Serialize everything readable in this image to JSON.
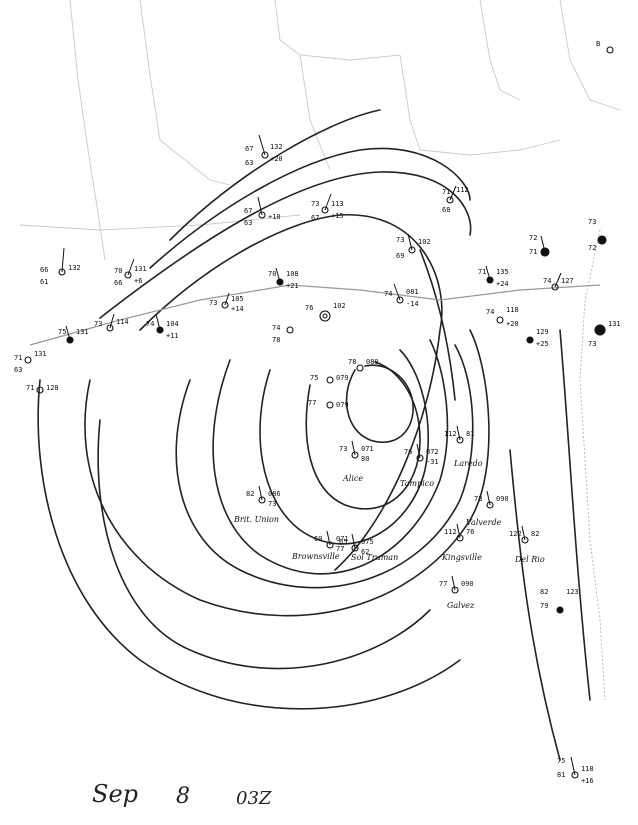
{
  "footer": {
    "month": "Sep",
    "day": "8",
    "time": "03Z"
  },
  "stations": [
    {
      "name": "Alice",
      "label": "Alice",
      "obs": [
        "73",
        "071",
        "80"
      ],
      "filled": false
    },
    {
      "name": "Tampico",
      "label": "Tampico",
      "obs": [
        "76",
        "072",
        "-31"
      ],
      "filled": false
    },
    {
      "name": "Brit. Union",
      "label": "Brit. Union",
      "obs": [
        "82",
        "086",
        "73"
      ],
      "filled": false
    },
    {
      "name": "Brownsville",
      "label": "Brownsville",
      "obs": [
        "60",
        "071",
        "77"
      ],
      "filled": false
    },
    {
      "name": "Sol Truman",
      "label": "Sol Truman",
      "obs": [
        "65",
        "075",
        "62"
      ],
      "filled": false
    },
    {
      "name": "Kingsville",
      "label": "Kingsville",
      "obs": [
        "112",
        "76"
      ],
      "filled": false
    },
    {
      "name": "Del Rio",
      "label": "Del Rio",
      "obs": [
        "122",
        "82"
      ],
      "filled": false
    },
    {
      "name": "Galvez",
      "label": "Galvez",
      "obs": [
        "77",
        "090"
      ],
      "filled": false
    },
    {
      "name": "Valverde",
      "label": "Valverde",
      "obs": [
        "73",
        "090"
      ],
      "filled": false
    },
    {
      "name": "Laredo",
      "label": "Laredo",
      "obs": [
        "112",
        "81"
      ],
      "filled": false
    }
  ]
}
